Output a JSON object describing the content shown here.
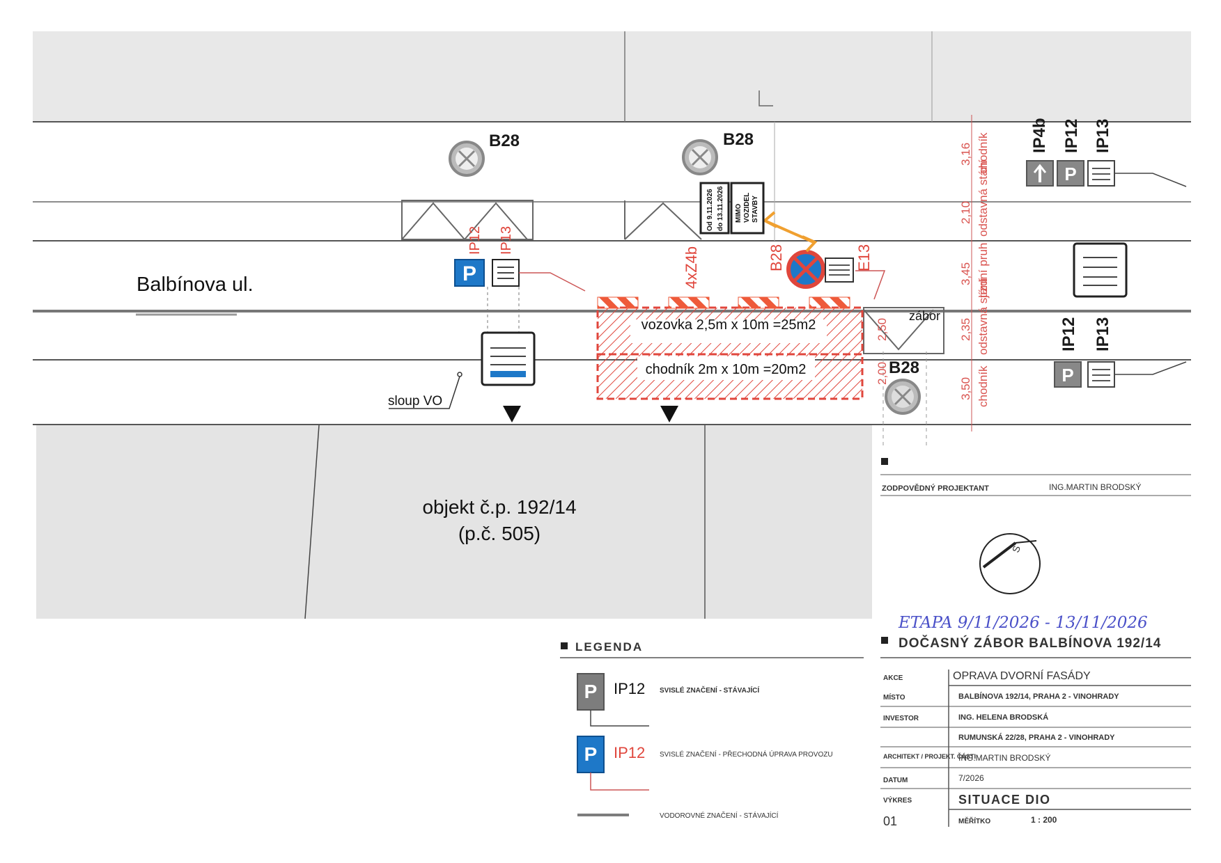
{
  "street": {
    "name": "Balbínova ul.",
    "pole_label": "sloup VO",
    "building_name": "objekt č.p. 192/14",
    "building_parcel": "(p.č. 505)",
    "occupation_label": "zábor"
  },
  "zones": {
    "road": "vozovka 2,5m x 10m =25m2",
    "sidewalk": "chodník 2m x 10m =20m2"
  },
  "signs": {
    "b28": "B28",
    "ip12": "IP12",
    "ip13": "IP13",
    "ip4b": "IP4b",
    "e13": "E13",
    "z4b": "4xZ4b",
    "p_letter": "P",
    "except_text": [
      "MIMO",
      "VOZIDEL",
      "STAVBY"
    ],
    "date_text": [
      "Od 9.11.2026",
      "do 13.11.2026"
    ]
  },
  "dimensions": {
    "top": [
      {
        "value": "3,16",
        "label": "chodník"
      },
      {
        "value": "2,10",
        "label": "odstavná stání"
      },
      {
        "value": "3,45",
        "label": "jízdní pruh"
      },
      {
        "value": "2,35",
        "label": "odstavná stání"
      },
      {
        "value": "3,50",
        "label": "chodník"
      }
    ],
    "small": [
      "2,50",
      "2,00"
    ]
  },
  "title_block": {
    "responsible_label": "ZODPOVĚDNÝ PROJEKTANT",
    "responsible_value": "ING.MARTIN BRODSKÝ",
    "stage_handwritten": "ETAPA   9/11/2026 - 13/11/2026",
    "title": "DOČASNÝ ZÁBOR BALBÍNOVA 192/14",
    "rows": [
      {
        "label": "AKCE",
        "value": "OPRAVA DVORNÍ FASÁDY"
      },
      {
        "label": "MÍSTO",
        "value": "BALBÍNOVA 192/14, PRAHA 2 - VINOHRADY"
      },
      {
        "label": "INVESTOR",
        "value": "ING. HELENA BRODSKÁ"
      },
      {
        "label": "",
        "value": "RUMUNSKÁ 22/28, PRAHA 2 - VINOHRADY"
      },
      {
        "label": "ARCHITEKT / PROJEKT. ČÁSTI",
        "value": "ING.MARTIN BRODSKÝ"
      },
      {
        "label": "DATUM",
        "value": "7/2026"
      },
      {
        "label": "VÝKRES",
        "value": "SITUACE DIO"
      },
      {
        "label": "01",
        "value": "MĚŘÍTKO",
        "extra": "1 : 200"
      }
    ],
    "north": "S"
  },
  "legend": {
    "title": "LEGENDA",
    "items": [
      {
        "code": "IP12",
        "text": "SVISLÉ ZNAČENÍ - STÁVAJÍCÍ"
      },
      {
        "code": "IP12",
        "text": "SVISLÉ ZNAČENÍ - PŘECHODNÁ ÚPRAVA PROVOZU"
      },
      {
        "code": "",
        "text": "VODOROVNÉ ZNAČENÍ - STÁVAJÍCÍ"
      }
    ]
  },
  "colors": {
    "temp_blue": "#1e78c8",
    "existing_gray": "#7d7d7d",
    "hatch_red": "#e0463c",
    "dim_red": "#d9534f",
    "handwriting": "#4a50c8"
  }
}
